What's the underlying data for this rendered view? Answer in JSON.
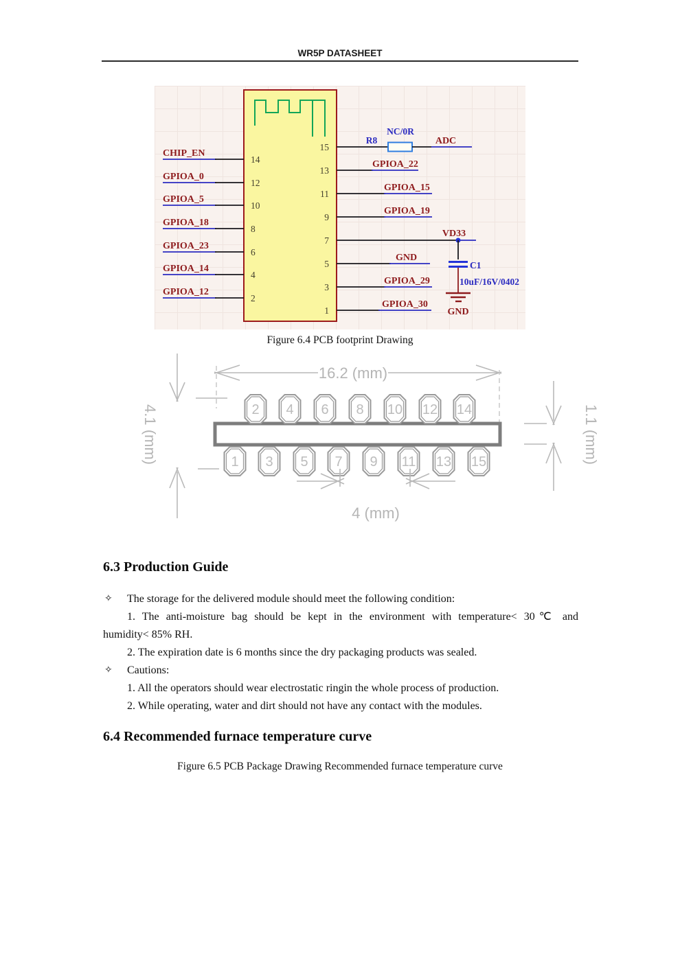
{
  "page": {
    "title": "WR5P DATASHEET"
  },
  "schematic": {
    "caption": "Figure 6.4 PCB footprint Drawing",
    "left_nets": [
      {
        "net": "CHIP_EN",
        "pin": "14"
      },
      {
        "net": "GPIOA_0",
        "pin": "12"
      },
      {
        "net": "GPIOA_5",
        "pin": "10"
      },
      {
        "net": "GPIOA_18",
        "pin": "8"
      },
      {
        "net": "GPIOA_23",
        "pin": "6"
      },
      {
        "net": "GPIOA_14",
        "pin": "4"
      },
      {
        "net": "GPIOA_12",
        "pin": "2"
      }
    ],
    "right_pins": [
      "15",
      "13",
      "11",
      "9",
      "7",
      "5",
      "3",
      "1"
    ],
    "adc_branch": {
      "designator": "R8",
      "value": "NC/0R",
      "net": "ADC"
    },
    "right_nets": [
      "GPIOA_22",
      "GPIOA_15",
      "GPIOA_19"
    ],
    "power_branch": {
      "net": "VD33",
      "cap_designator": "C1",
      "cap_value": "10uF/16V/0402",
      "gnd": "GND"
    },
    "lower_nets": [
      "GND",
      "GPIOA_29",
      "GPIOA_30"
    ],
    "colors": {
      "net_label_red": "#8e1b1d",
      "wire_black": "#17171c",
      "net_wire_blue": "#2a2ac0",
      "component_blue": "#2f7de0",
      "block_fill_yellow": "#faf6a0",
      "block_border_red": "#9c1a1c",
      "antenna_green": "#12a558"
    }
  },
  "package": {
    "top_pads": [
      "2",
      "4",
      "6",
      "8",
      "10",
      "12",
      "14"
    ],
    "bottom_pads": [
      "1",
      "3",
      "5",
      "7",
      "9",
      "11",
      "13",
      "15"
    ],
    "dim_width": "16.2 (mm)",
    "dim_height": "4.1 (mm)",
    "dim_thickness": "1.1 (mm)",
    "dim_pitch": "4 (mm)"
  },
  "sections": {
    "s63": {
      "heading": "6.3 Production Guide",
      "bullet_glyph": "✧",
      "storage_intro": "The storage for the delivered module should meet the following condition:",
      "storage_item1_line1": "1. The anti-moisture bag should be kept in the environment with temperature< 30℃ and",
      "storage_item1_line2": "humidity< 85% RH.",
      "storage_item2": "2. The expiration date is 6 months since the dry packaging products was sealed.",
      "cautions_label": "Cautions:",
      "caution1": "1. All the operators should wear electrostatic ringin the whole process of production.",
      "caution2": "2. While operating, water and dirt should not have any contact with the modules."
    },
    "s64": {
      "heading": "6.4 Recommended furnace temperature curve",
      "fig_caption": "Figure 6.5 PCB Package Drawing Recommended furnace temperature curve"
    }
  }
}
